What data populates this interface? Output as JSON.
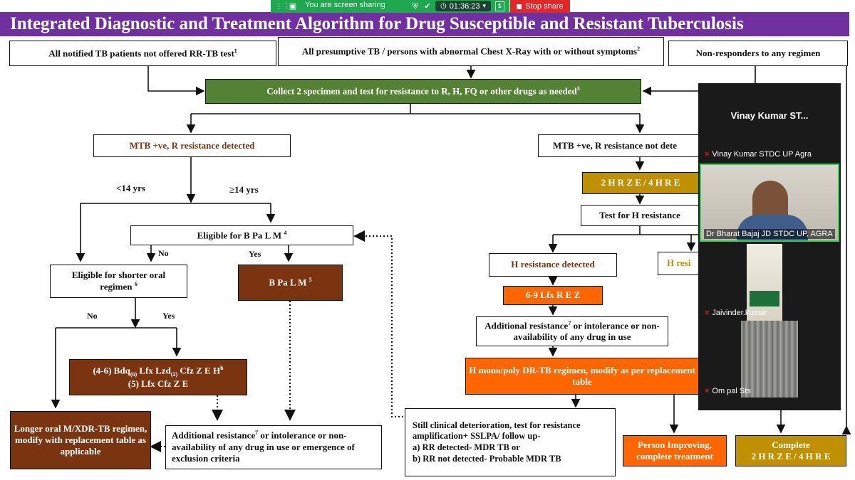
{
  "title": "Integrated Diagnostic and Treatment Algorithm for Drug Susceptible and Resistant Tuberculosis",
  "share_bar": {
    "sharing_text": "You are screen sharing",
    "timer": "01:36:23",
    "stop_label": "Stop share"
  },
  "flow": {
    "top_left": "All notified TB patients not offered RR-TB test",
    "top_left_sup": "1",
    "top_middle": "All presumptive TB / persons with abnormal Chest X-Ray with or without symptoms",
    "top_middle_sup": "2",
    "top_right": "Non-responders to any regimen",
    "collect": "Collect 2 specimen and test for resistance to R, H, FQ or other drugs as needed",
    "collect_sup": "3",
    "r_detected": "MTB +ve, R resistance detected",
    "r_not_detected": "MTB +ve, R resistance not dete",
    "age_lt14": "<14 yrs",
    "age_ge14": "≥14 yrs",
    "eligible_bpalm": "Eligible for  B Pa L M",
    "eligible_bpalm_sup": "4",
    "no_1": "No",
    "yes_1": "Yes",
    "eligible_shorter_line1": "Eligible for shorter oral",
    "eligible_shorter_line2": "regimen",
    "eligible_shorter_sup": "6",
    "bpalm": "B Pa L M",
    "bpalm_sup": "5",
    "no_2": "No",
    "yes_2": "Yes",
    "shorter_regimen_a": "(4-6) Bdq",
    "shorter_regimen_sub1": "(6)",
    "shorter_regimen_b": " Lfx Lzd",
    "shorter_regimen_sub2": "(2)",
    "shorter_regimen_c": " Cfz Z E H",
    "shorter_regimen_sup": "h",
    "shorter_regimen_line2": "(5) Lfx Cfz Z E",
    "longer_regimen": "Longer oral M/XDR-TB regimen, modify with replacement table as applicable",
    "additional_left": "Additional resistance",
    "additional_left_sup": "7",
    "additional_left_rest": " or intolerance or non-availability of any drug in use or emergence of exclusion criteria",
    "hrze": "2 H R Z E / 4 H R E",
    "test_h": "Test for H resistance",
    "h_detected": "H resistance detected",
    "h_not_detected": "H resi",
    "lfx_rez": "6-9 Lfx R E Z",
    "additional_right": "Additional resistance",
    "additional_right_sup": "7",
    "additional_right_rest": " or intolerance or non-availability of any drug in use",
    "h_mono": "H mono/poly DR-TB regimen, modify as per replacement table",
    "still_clinical": "Still clinical deterioration, test for resistance amplification+ SSLPA/ follow up-",
    "still_a": "a)   RR detected- MDR TB or",
    "still_b": "b)   RR not detected- Probable MDR TB",
    "person_improving": "Person Improving, complete treatment",
    "complete_label": "Complete",
    "complete_regimen": "2 H R Z E / 4 H R E"
  },
  "zoom_panel": {
    "active_speaker": "Vinay Kumar ST...",
    "participants": [
      "Vinay Kumar STDC UP Agra",
      "Dr Bharat Bajaj JD STDC UP, AGRA",
      "Jaivinder.kumar",
      "Om pal Sts"
    ]
  },
  "colors": {
    "title_purple": "#7030a0",
    "collect_green": "#548235",
    "regimen_brown": "#7b3410",
    "hrze_gold": "#bf9000",
    "lfx_orange": "#ff6600",
    "share_green": "#1fa84f",
    "stop_red": "#e02828"
  }
}
